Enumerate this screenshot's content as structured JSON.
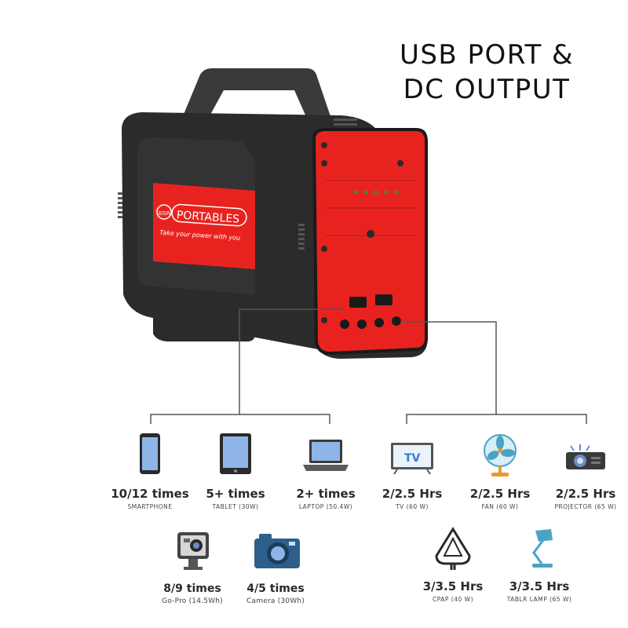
{
  "headline": {
    "line1": "USB PORT &",
    "line2": "DC OUTPUT"
  },
  "device": {
    "brand": "PORTABLES",
    "tagline": "Take your power with you",
    "badge": "EGR"
  },
  "usb_items": [
    {
      "value": "10/12 times",
      "label": "SMARTPHONE",
      "icon": "smartphone-icon"
    },
    {
      "value": "5+ times",
      "label": "TABLET (30W)",
      "icon": "tablet-icon"
    },
    {
      "value": "2+ times",
      "label": "LAPTOP (50.4W)",
      "icon": "laptop-icon"
    },
    {
      "value": "8/9 times",
      "label": "Go-Pro (14.5Wh)",
      "icon": "gopro-icon"
    },
    {
      "value": "4/5 times",
      "label": "Camera (30Wh)",
      "icon": "camera-icon"
    }
  ],
  "dc_items": [
    {
      "value": "2/2.5 Hrs",
      "label": "TV (60 W)",
      "icon": "tv-icon",
      "icon_text": "TV"
    },
    {
      "value": "2/2.5 Hrs",
      "label": "FAN (60 W)",
      "icon": "fan-icon"
    },
    {
      "value": "2/2.5 Hrs",
      "label": "PROJECTOR (65 W)",
      "icon": "projector-icon"
    },
    {
      "value": "3/3.5 Hrs",
      "label": "CPAP (40 W)",
      "icon": "cpap-icon"
    },
    {
      "value": "3/3.5 Hrs",
      "label": "TABLR LAMP (65 W)",
      "icon": "lamp-icon"
    }
  ],
  "colors": {
    "red": "#e8231f",
    "body": "#2b2b2b",
    "line": "#555555"
  }
}
